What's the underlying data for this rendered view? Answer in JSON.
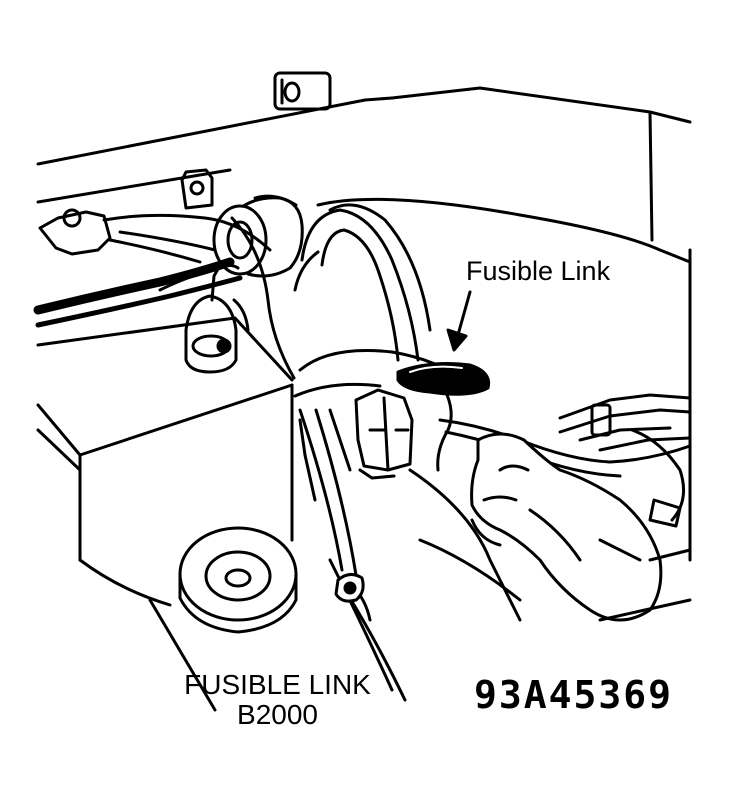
{
  "diagram": {
    "callout": "Fusible Link",
    "caption_line1": "FUSIBLE LINK",
    "caption_line2": "B2000",
    "figure_code": "93A45369",
    "ink_color": "#000000",
    "paper_color": "#ffffff"
  }
}
